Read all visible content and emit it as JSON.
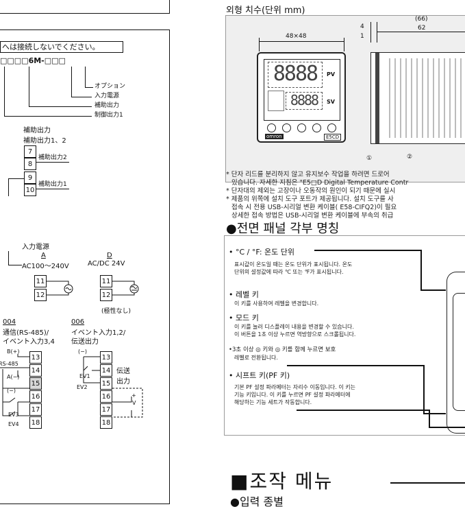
{
  "left": {
    "warning_banner": "へは接続しないでください。",
    "model_code": "□□□□6M-□□□",
    "code_labels": [
      "オプション",
      "入力電源",
      "補助出力",
      "制御出力1"
    ],
    "aux_output_title_1": "補助出力",
    "aux_output_title_2": "補助出力1、2",
    "aux_terms": [
      {
        "n": "7"
      },
      {
        "n": "8"
      },
      {
        "n": "9"
      },
      {
        "n": "10"
      }
    ],
    "aux2_label": "補助出力2",
    "aux1_label": "補助出力1",
    "power_title": "入力電源",
    "power_a_letter": "A",
    "power_a_value": "AC100～240V",
    "power_d_letter": "D",
    "power_d_value": "AC/DC 24V",
    "power_terms": [
      "11",
      "12"
    ],
    "no_polarity": "(極性なし)",
    "opt004_code": "004",
    "opt004_title_1": "通信(RS-485)/",
    "opt004_title_2": "イベント入力3,4",
    "opt006_code": "006",
    "opt006_title_1": "イベント入力1,2/",
    "opt006_title_2": "伝送出力",
    "bplus": "B(+)",
    "rs485": "RS-485",
    "aminus": "A(−)",
    "minus_sym": "(−)",
    "ev3": "EV3",
    "ev4": "EV4",
    "ev1": "EV1",
    "ev2": "EV2",
    "transfer_1": "伝送",
    "transfer_2": "出力",
    "plus": "+",
    "v": "V",
    "opt_terms": [
      "13",
      "14",
      "15",
      "16",
      "17",
      "18"
    ]
  },
  "right": {
    "dim_title": "외형 치수(단위 mm)",
    "dim_66": "(66)",
    "dim_62": "62",
    "dim_4": "4",
    "dim_1": "1",
    "dim_48": "48×48",
    "pv_label": "PV",
    "sv_label": "SV",
    "brand": "omron",
    "model_badge": "E5CD",
    "callout_1": "①",
    "callout_2": "②",
    "notes": [
      "* 단자 리드를 분리하지 않고 유지보수 작업을 하려면 드로어",
      "있습니다. 자세한 지침은 \"E5□D Digital Temperature Contr",
      "* 단자대의 제외는 고장이나 오동작의 원인이 되기 때문에 실시",
      "* 제품의 위쪽에 설치 도구 포트가 제공됩니다. 설치 도구를 사",
      "접속 시 전용 USB-시리얼 변환 케이블( E58-CIFQ2)이 필요",
      "상세한 접속 방법은 USB-시리얼 변환 케이블에 부속의 취급"
    ],
    "panel_title": "●전면 패널 각부 명칭",
    "items": [
      {
        "title": "• °C / °F: 온도 단위",
        "desc": [
          "표시값이 온도일 때는 온도 단위가 표시됩니다. 온도",
          "단위의 설정값에 따라 ℃ 또는 ℉가 표시됩니다."
        ]
      },
      {
        "title": "• 레벨 키",
        "desc": [
          "이 키를 사용하여 레벨을 변경합니다."
        ]
      },
      {
        "title": "• 모드 키",
        "desc": [
          "이 키를 눌러 디스플레이 내용을 변경할 수 있습니다.",
          "이 버튼을 1초 이상 누르면 역방향으로 스크롤됩니다."
        ]
      },
      {
        "title": "•3초 이상 ◎ 키와 ◎ 키를 함께 누르면 보호",
        "desc": [
          "레벨로 전환됩니다."
        ]
      },
      {
        "title": "• 시프트 키(PF 키)",
        "desc": [
          "기본 PF 설정 파라메터는 자리수 이동입니다. 이 키는",
          "기능 키입니다. 이 키를 누르면 PF 설정 파라메터에",
          "해당하는 기능 세트가 작동합니다."
        ]
      }
    ],
    "menu_title": "■조작 메뉴",
    "input_type": "●입력 종별"
  }
}
